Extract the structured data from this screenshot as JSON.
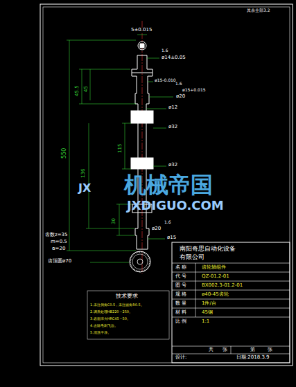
{
  "diagram": {
    "labels": [
      "其余全部3.2",
      "5±0.015",
      "1.6",
      "ø14±0.05",
      "45.5",
      "45",
      "ø15-0.010",
      "1.6",
      "ø15+0.015",
      "ø20",
      "ø12",
      "ø32",
      "115",
      "550",
      "136",
      "ø32",
      "30",
      "ø20",
      "1.6",
      "ø15",
      "齿数z=35",
      "m=0.5",
      "α=20",
      "齿顶圆ø70",
      "JX",
      "机械帝国",
      "JXDIGUO.COM",
      "技术要求",
      "1.未注倒角C0.5，未注圆角R0.5。",
      "2.调质处理HB220～250。",
      "3.齿面淬火HRC45～50。",
      "4.去除毛刺飞边。",
      "5.清洗干净。",
      "南阳奇思自动化设备",
      "有限公司",
      "名 称",
      "齿轮轴组件",
      "代 号",
      "QZ-01.2-01",
      "图 号",
      "BX002.3-01.2-01",
      "规 格",
      "ø40-45齿轮",
      "数 量",
      "1件/台",
      "材 料",
      "45钢",
      "比 例",
      "1:1",
      "共",
      "张",
      "第",
      "张",
      "设计:",
      "日期:2018.3.9"
    ]
  }
}
